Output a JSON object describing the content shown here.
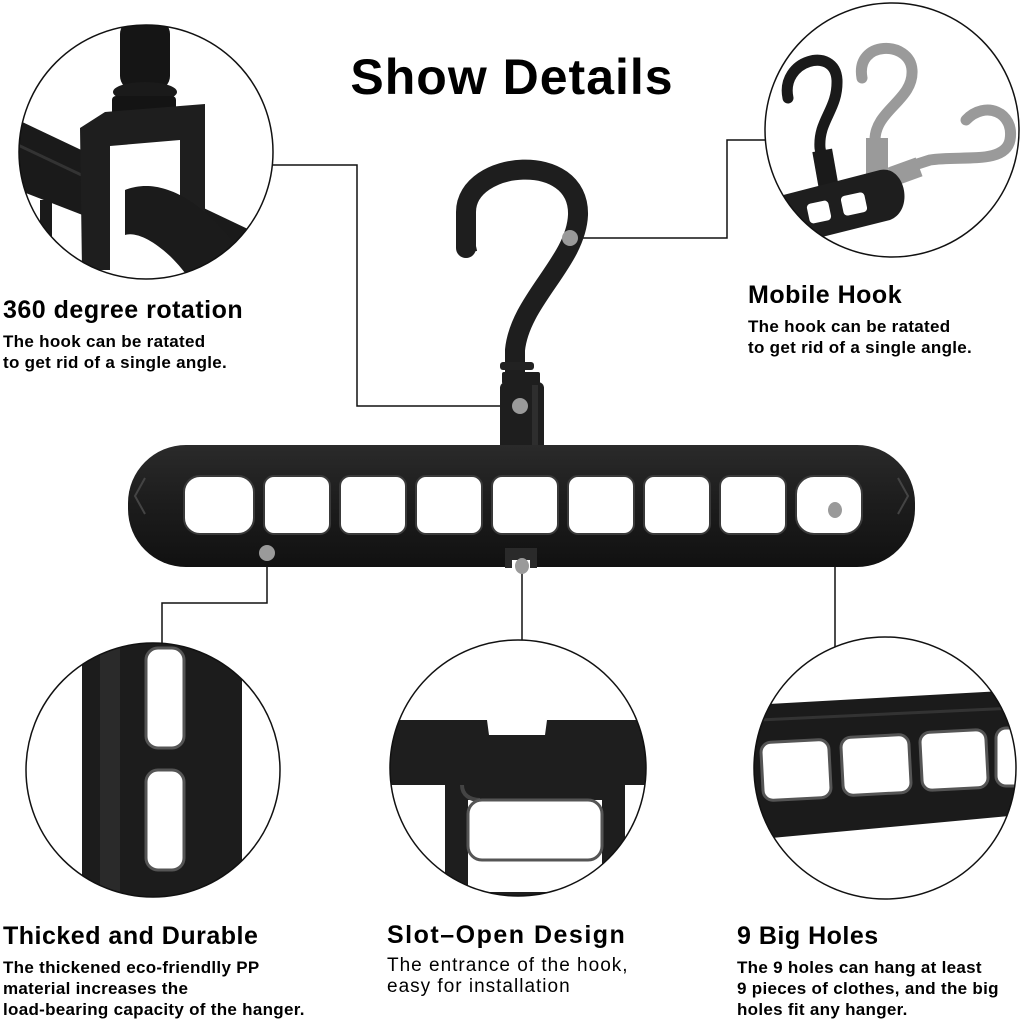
{
  "page": {
    "title": "Show Details"
  },
  "features": [
    {
      "id": "rotation",
      "title": "360 degree rotation",
      "description_lines": [
        "The hook can be ratated",
        "to get rid of a single angle."
      ]
    },
    {
      "id": "mobile_hook",
      "title": "Mobile Hook",
      "description_lines": [
        "The hook can be ratated",
        "to get rid of a single angle."
      ]
    },
    {
      "id": "thicked",
      "title": "Thicked and Durable",
      "description_lines": [
        "The thickened eco-friendlly PP",
        "material increases the",
        "load-bearing capacity of the hanger."
      ]
    },
    {
      "id": "slot_open",
      "title": "Slot–Open Design",
      "description_lines": [
        "The entrance of the hook,",
        "easy for installation"
      ]
    },
    {
      "id": "big_holes",
      "title": "9 Big Holes",
      "description_lines": [
        "The 9 holes can hang at least",
        "9 pieces of clothes, and the big",
        "holes fit any hanger."
      ]
    }
  ],
  "product": {
    "name": "hanger",
    "hole_count": 9,
    "color": "#1e1e1e",
    "marker_color": "#9a9a9a"
  }
}
